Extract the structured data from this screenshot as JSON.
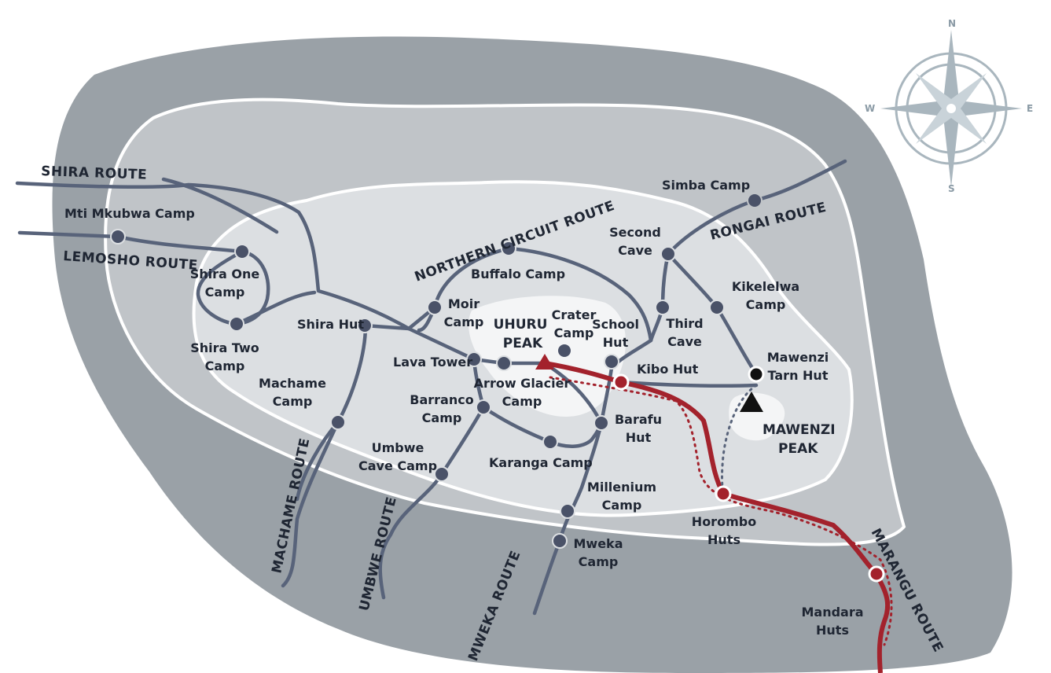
{
  "colors": {
    "outer_zone": "#9aa1a7",
    "mid_zone": "#c0c4c8",
    "inner_zone": "#dcdfe2",
    "summit_zone": "#f4f5f6",
    "trail": "#58637a",
    "camp": "#4a5268",
    "marangu": "#a3222c",
    "compass": "#a9b6be"
  },
  "compass": {
    "n": "N",
    "s": "S",
    "e": "E",
    "w": "W"
  },
  "routes": {
    "shira": "SHIRA ROUTE",
    "lemosho": "LEMOSHO ROUTE",
    "northern_circuit": "NORTHERN CIRCUIT ROUTE",
    "rongai": "RONGAI ROUTE",
    "machame": "MACHAME ROUTE",
    "umbwe": "UMBWE ROUTE",
    "mweka": "MWEKA ROUTE",
    "marangu": "MARANGU ROUTE"
  },
  "peaks": {
    "uhuru": [
      "UHURU",
      "PEAK"
    ],
    "mawenzi": [
      "MAWENZI",
      "PEAK"
    ]
  },
  "camps": {
    "mti_mkubwa": [
      "Mti Mkubwa Camp"
    ],
    "shira_one": [
      "Shira One",
      "Camp"
    ],
    "shira_two": [
      "Shira Two",
      "Camp"
    ],
    "shira_hut": [
      "Shira Hut"
    ],
    "machame": [
      "Machame",
      "Camp"
    ],
    "umbwe_cave": [
      "Umbwe",
      "Cave Camp"
    ],
    "barranco": [
      "Barranco",
      "Camp"
    ],
    "lava_tower": [
      "Lava Tower"
    ],
    "arrow_glacier": [
      "Arrow Glacier",
      "Camp"
    ],
    "karanga": [
      "Karanga Camp"
    ],
    "moir": [
      "Moir",
      "Camp"
    ],
    "buffalo": [
      "Buffalo Camp"
    ],
    "crater": [
      "Crater",
      "Camp"
    ],
    "school_hut": [
      "School",
      "Hut"
    ],
    "third_cave": [
      "Third",
      "Cave"
    ],
    "second_cave": [
      "Second",
      "Cave"
    ],
    "simba": [
      "Simba Camp"
    ],
    "kikelelwa": [
      "Kikelelwa",
      "Camp"
    ],
    "mawenzi_tarn": [
      "Mawenzi",
      "Tarn Hut"
    ],
    "kibo_hut": [
      "Kibo Hut"
    ],
    "barafu": [
      "Barafu",
      "Hut"
    ],
    "millenium": [
      "Millenium",
      "Camp"
    ],
    "mweka": [
      "Mweka",
      "Camp"
    ],
    "horombo": [
      "Horombo",
      "Huts"
    ],
    "mandara": [
      "Mandara",
      "Huts"
    ]
  }
}
